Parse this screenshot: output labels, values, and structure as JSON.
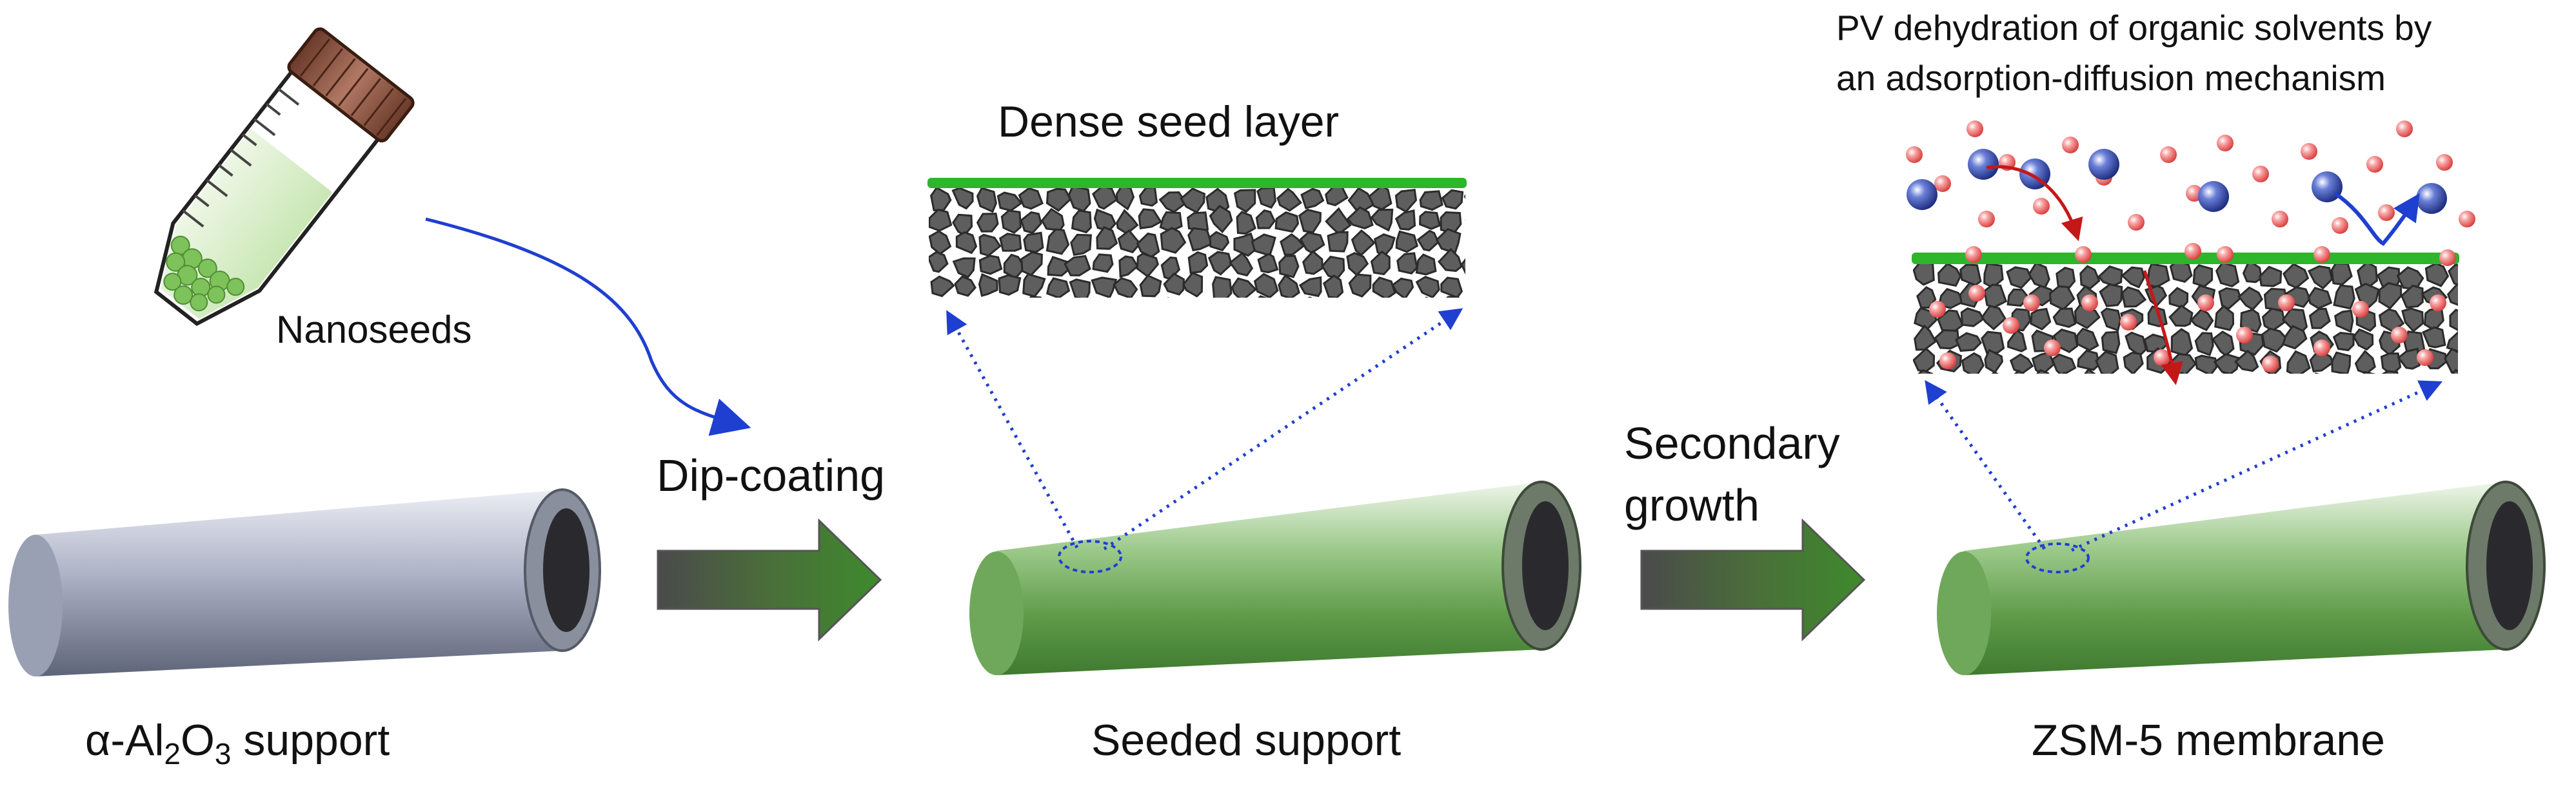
{
  "labels": {
    "nanoseeds": "Nanoseeds",
    "dip_coating": "Dip-coating",
    "dense_seed_layer": "Dense seed layer",
    "secondary_growth_line1": "Secondary",
    "secondary_growth_line2": "growth",
    "pv_title_line1": "PV dehydration of organic solvents by",
    "pv_title_line2": "an adsorption-diffusion mechanism",
    "support_alpha": "α-Al",
    "support_sub1": "2",
    "support_o": "O",
    "support_sub2": "3",
    "support_rest": " support",
    "seeded_support": "Seeded support",
    "zsm5_membrane": "ZSM-5 membrane"
  },
  "colors": {
    "tube_gray": "#8a90a6",
    "tube_green": "#5b9a46",
    "seed_green": "#2db52b",
    "grain_gray": "#5e5e5e",
    "water_red": "#f07b7b",
    "solvent_blue": "#2c3e9e",
    "arrow_blue": "#1f3fd1",
    "arrow_red": "#c41818"
  },
  "icons": {
    "vial": "centrifuge-tube-icon",
    "process_arrow": "process-arrow-icon"
  }
}
